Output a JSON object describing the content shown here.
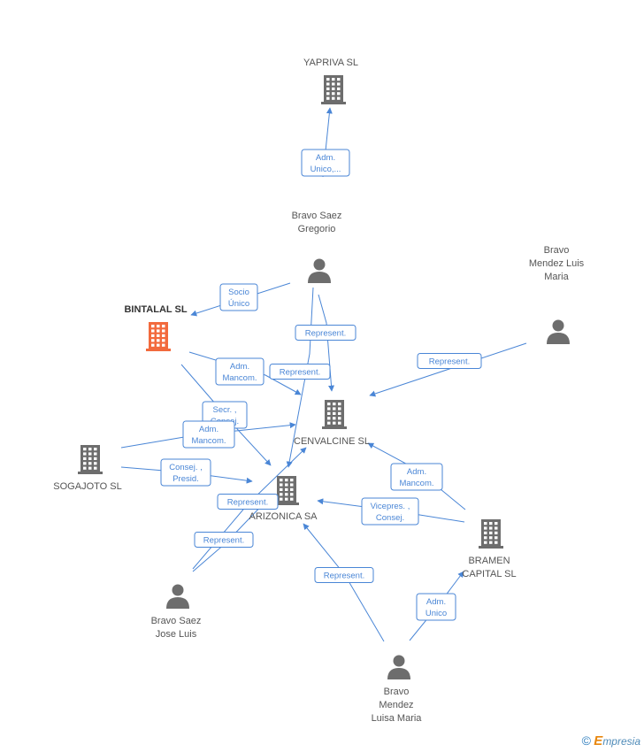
{
  "nodes": [
    {
      "id": "yapriva",
      "type": "company",
      "label": [
        "YAPRIVA SL"
      ]
    },
    {
      "id": "bravo-gregorio",
      "type": "person",
      "label": [
        "Bravo Saez",
        "Gregorio"
      ]
    },
    {
      "id": "bintalal",
      "type": "company",
      "focus": true,
      "label": [
        "BINTALAL SL"
      ]
    },
    {
      "id": "bravo-mendez-luis",
      "type": "person",
      "label": [
        "Bravo",
        "Mendez Luis",
        "Maria"
      ]
    },
    {
      "id": "cenvalcine",
      "type": "company",
      "label": [
        "CENVALCINE SL"
      ]
    },
    {
      "id": "sogajoto",
      "type": "company",
      "label": [
        "SOGAJOTO SL"
      ]
    },
    {
      "id": "arizonica",
      "type": "company",
      "label": [
        "ARIZONICA SA"
      ]
    },
    {
      "id": "bramen",
      "type": "company",
      "label": [
        "BRAMEN",
        "CAPITAL SL"
      ]
    },
    {
      "id": "bravo-jose",
      "type": "person",
      "label": [
        "Bravo Saez",
        "Jose Luis"
      ]
    },
    {
      "id": "bravo-luisa",
      "type": "person",
      "label": [
        "Bravo",
        "Mendez",
        "Luisa Maria"
      ]
    }
  ],
  "edges": [
    {
      "label": [
        "Adm.",
        "Unico,..."
      ]
    },
    {
      "label": [
        "Socio",
        "Único"
      ]
    },
    {
      "label": [
        "Represent."
      ]
    },
    {
      "label": [
        "Represent."
      ]
    },
    {
      "label": [
        "Represent."
      ]
    },
    {
      "label": [
        "Adm.",
        "Mancom."
      ]
    },
    {
      "label": [
        "Secr. ,",
        "Consej."
      ]
    },
    {
      "label": [
        "Adm.",
        "Mancom."
      ]
    },
    {
      "label": [
        "Consej. ,",
        "Presid."
      ]
    },
    {
      "label": [
        "Represent."
      ]
    },
    {
      "label": [
        "Represent."
      ]
    },
    {
      "label": [
        "Adm.",
        "Mancom."
      ]
    },
    {
      "label": [
        "Vicepres. ,",
        "Consej."
      ]
    },
    {
      "label": [
        "Represent."
      ]
    },
    {
      "label": [
        "Adm.",
        "Unico"
      ]
    }
  ],
  "colors": {
    "company": "#6d6d6d",
    "focus_company": "#f26a3d",
    "person": "#6d6d6d",
    "edge": "#4a86d6"
  },
  "icons": {
    "company": "building-icon",
    "person": "person-icon"
  },
  "watermark": {
    "copyright": "©",
    "brand_initial": "E",
    "brand_rest": "mpresia"
  }
}
